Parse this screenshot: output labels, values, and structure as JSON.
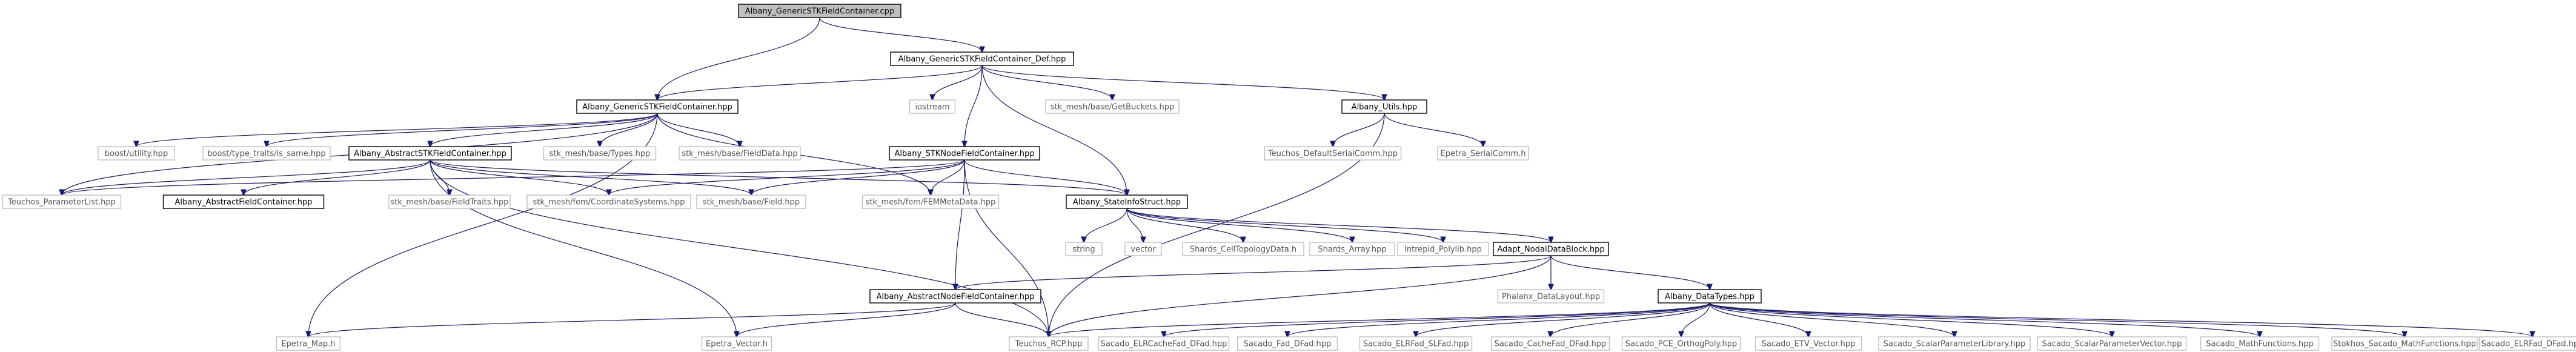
{
  "graph": {
    "colors": {
      "edge": "#191970",
      "root_fill": "#bfbfbf",
      "documented_border": "#000000",
      "external_border": "#bfbfbf"
    },
    "nodes": [
      {
        "id": "root",
        "label": "Albany_GenericSTKFieldContainer.cpp",
        "kind": "root"
      },
      {
        "id": "def",
        "label": "Albany_GenericSTKFieldContainer_Def.hpp",
        "kind": "documented"
      },
      {
        "id": "gen",
        "label": "Albany_GenericSTKFieldContainer.hpp",
        "kind": "documented"
      },
      {
        "id": "iostream",
        "label": "iostream",
        "kind": "external"
      },
      {
        "id": "getbuckets",
        "label": "stk_mesh/base/GetBuckets.hpp",
        "kind": "external"
      },
      {
        "id": "utils",
        "label": "Albany_Utils.hpp",
        "kind": "documented"
      },
      {
        "id": "boostutil",
        "label": "boost/utility.hpp",
        "kind": "external"
      },
      {
        "id": "boostsame",
        "label": "boost/type_traits/is_same.hpp",
        "kind": "external"
      },
      {
        "id": "types",
        "label": "stk_mesh/base/Types.hpp",
        "kind": "external"
      },
      {
        "id": "fielddata",
        "label": "stk_mesh/base/FieldData.hpp",
        "kind": "external"
      },
      {
        "id": "nodal",
        "label": "Albany_STKNodeFieldContainer.hpp",
        "kind": "documented"
      },
      {
        "id": "serialcomm",
        "label": "Teuchos_DefaultSerialComm.hpp",
        "kind": "external"
      },
      {
        "id": "epserial",
        "label": "Epetra_SerialComm.h",
        "kind": "external"
      },
      {
        "id": "abstk",
        "label": "Albany_AbstractSTKFieldContainer.hpp",
        "kind": "documented"
      },
      {
        "id": "paramlist",
        "label": "Teuchos_ParameterList.hpp",
        "kind": "external"
      },
      {
        "id": "absfield",
        "label": "Albany_AbstractFieldContainer.hpp",
        "kind": "documented"
      },
      {
        "id": "fieldtraits",
        "label": "stk_mesh/base/FieldTraits.hpp",
        "kind": "external"
      },
      {
        "id": "coordsys",
        "label": "stk_mesh/fem/CoordinateSystems.hpp",
        "kind": "external"
      },
      {
        "id": "field",
        "label": "stk_mesh/base/Field.hpp",
        "kind": "external"
      },
      {
        "id": "femmeta",
        "label": "stk_mesh/fem/FEMMetaData.hpp",
        "kind": "external"
      },
      {
        "id": "stateinfo",
        "label": "Albany_StateInfoStruct.hpp",
        "kind": "documented"
      },
      {
        "id": "string",
        "label": "string",
        "kind": "external"
      },
      {
        "id": "vector",
        "label": "vector",
        "kind": "external"
      },
      {
        "id": "celltopo",
        "label": "Shards_CellTopologyData.h",
        "kind": "external"
      },
      {
        "id": "shardsarr",
        "label": "Shards_Array.hpp",
        "kind": "external"
      },
      {
        "id": "polylib",
        "label": "Intrepid_Polylib.hpp",
        "kind": "external"
      },
      {
        "id": "adapt",
        "label": "Adapt_NodalDataBlock.hpp",
        "kind": "documented"
      },
      {
        "id": "absnodal",
        "label": "Albany_AbstractNodeFieldContainer.hpp",
        "kind": "documented"
      },
      {
        "id": "phalanx",
        "label": "Phalanx_DataLayout.hpp",
        "kind": "external"
      },
      {
        "id": "datatypes",
        "label": "Albany_DataTypes.hpp",
        "kind": "documented"
      },
      {
        "id": "epmap",
        "label": "Epetra_Map.h",
        "kind": "external"
      },
      {
        "id": "epvec",
        "label": "Epetra_Vector.h",
        "kind": "external"
      },
      {
        "id": "rcp",
        "label": "Teuchos_RCP.hpp",
        "kind": "external"
      },
      {
        "id": "elrcache",
        "label": "Sacado_ELRCacheFad_DFad.hpp",
        "kind": "external"
      },
      {
        "id": "fad",
        "label": "Sacado_Fad_DFad.hpp",
        "kind": "external"
      },
      {
        "id": "elrslfad",
        "label": "Sacado_ELRFad_SLFad.hpp",
        "kind": "external"
      },
      {
        "id": "cachefad",
        "label": "Sacado_CacheFad_DFad.hpp",
        "kind": "external"
      },
      {
        "id": "pce",
        "label": "Sacado_PCE_OrthogPoly.hpp",
        "kind": "external"
      },
      {
        "id": "etv",
        "label": "Sacado_ETV_Vector.hpp",
        "kind": "external"
      },
      {
        "id": "scalarlib",
        "label": "Sacado_ScalarParameterLibrary.hpp",
        "kind": "external"
      },
      {
        "id": "scalarvec",
        "label": "Sacado_ScalarParameterVector.hpp",
        "kind": "external"
      },
      {
        "id": "mathfn",
        "label": "Sacado_MathFunctions.hpp",
        "kind": "external"
      },
      {
        "id": "stokhos",
        "label": "Stokhos_Sacado_MathFunctions.hpp",
        "kind": "external"
      },
      {
        "id": "elrdfad",
        "label": "Sacado_ELRFad_DFad.hpp",
        "kind": "external"
      }
    ],
    "edges": [
      [
        "root",
        "def"
      ],
      [
        "root",
        "gen"
      ],
      [
        "def",
        "gen"
      ],
      [
        "def",
        "iostream"
      ],
      [
        "def",
        "getbuckets"
      ],
      [
        "def",
        "utils"
      ],
      [
        "def",
        "nodal"
      ],
      [
        "def",
        "stateinfo"
      ],
      [
        "gen",
        "boostutil"
      ],
      [
        "gen",
        "boostsame"
      ],
      [
        "gen",
        "types"
      ],
      [
        "gen",
        "fielddata"
      ],
      [
        "gen",
        "abstk"
      ],
      [
        "gen",
        "paramlist"
      ],
      [
        "gen",
        "femmeta"
      ],
      [
        "gen",
        "epmap"
      ],
      [
        "utils",
        "serialcomm"
      ],
      [
        "utils",
        "epserial"
      ],
      [
        "utils",
        "rcp"
      ],
      [
        "abstk",
        "paramlist"
      ],
      [
        "abstk",
        "absfield"
      ],
      [
        "abstk",
        "fieldtraits"
      ],
      [
        "abstk",
        "coordsys"
      ],
      [
        "abstk",
        "field"
      ],
      [
        "abstk",
        "stateinfo"
      ],
      [
        "abstk",
        "rcp"
      ],
      [
        "abstk",
        "epvec"
      ],
      [
        "nodal",
        "paramlist"
      ],
      [
        "nodal",
        "coordsys"
      ],
      [
        "nodal",
        "field"
      ],
      [
        "nodal",
        "femmeta"
      ],
      [
        "nodal",
        "stateinfo"
      ],
      [
        "nodal",
        "absnodal"
      ],
      [
        "nodal",
        "rcp"
      ],
      [
        "stateinfo",
        "string"
      ],
      [
        "stateinfo",
        "vector"
      ],
      [
        "stateinfo",
        "celltopo"
      ],
      [
        "stateinfo",
        "shardsarr"
      ],
      [
        "stateinfo",
        "polylib"
      ],
      [
        "stateinfo",
        "adapt"
      ],
      [
        "adapt",
        "absnodal"
      ],
      [
        "adapt",
        "phalanx"
      ],
      [
        "adapt",
        "datatypes"
      ],
      [
        "adapt",
        "rcp"
      ],
      [
        "absnodal",
        "epmap"
      ],
      [
        "absnodal",
        "epvec"
      ],
      [
        "absnodal",
        "rcp"
      ],
      [
        "datatypes",
        "rcp"
      ],
      [
        "datatypes",
        "elrcache"
      ],
      [
        "datatypes",
        "fad"
      ],
      [
        "datatypes",
        "elrslfad"
      ],
      [
        "datatypes",
        "cachefad"
      ],
      [
        "datatypes",
        "pce"
      ],
      [
        "datatypes",
        "etv"
      ],
      [
        "datatypes",
        "scalarlib"
      ],
      [
        "datatypes",
        "scalarvec"
      ],
      [
        "datatypes",
        "mathfn"
      ],
      [
        "datatypes",
        "stokhos"
      ],
      [
        "datatypes",
        "elrdfad"
      ]
    ]
  }
}
